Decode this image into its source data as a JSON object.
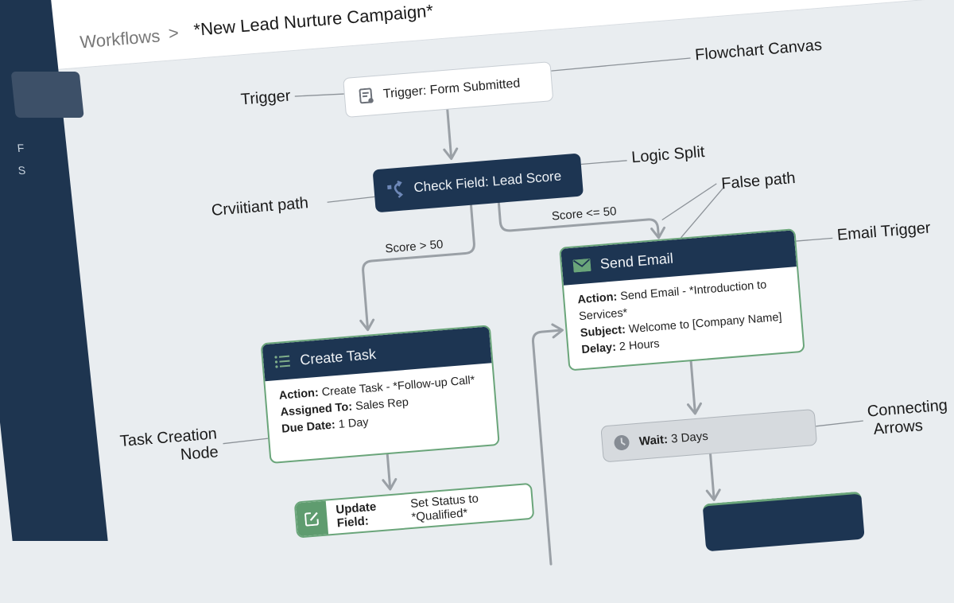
{
  "breadcrumb": {
    "root": "Workflows",
    "separator": ">",
    "current": "*New Lead Nurture Campaign*"
  },
  "sidebar": {
    "items": [
      {
        "label": "F"
      },
      {
        "label": "S"
      }
    ]
  },
  "nodes": {
    "trigger": {
      "icon": "form-icon",
      "label": "Trigger: Form Submitted"
    },
    "logic": {
      "icon": "split-icon",
      "label": "Check Field: Lead Score"
    },
    "task": {
      "icon": "list-icon",
      "title": "Create Task",
      "rows": [
        {
          "key": "Action:",
          "value": "Create Task - *Follow-up Call*"
        },
        {
          "key": "Assigned To:",
          "value": "Sales Rep"
        },
        {
          "key": "Due Date:",
          "value": "1 Day"
        }
      ]
    },
    "email": {
      "icon": "envelope-icon",
      "title": "Send Email",
      "rows": [
        {
          "key": "Action:",
          "value": "Send Email - *Introduction to Services*"
        },
        {
          "key": "Subject:",
          "value": "Welcome to [Company Name]"
        },
        {
          "key": "Delay:",
          "value": "2 Hours"
        }
      ]
    },
    "update": {
      "icon": "edit-icon",
      "key": "Update Field:",
      "value": "Set Status to *Qualified*"
    },
    "wait": {
      "icon": "clock-icon",
      "key": "Wait:",
      "value": "3 Days"
    }
  },
  "edge_labels": {
    "true_branch": "Score > 50",
    "false_branch": "Score <= 50"
  },
  "callouts": {
    "trigger": "Trigger",
    "canvas": "Flowchart Canvas",
    "logic_split": "Logic Split",
    "conditional_path": "Crviitiant path",
    "false_path": "False path",
    "email_trigger": "Email Trigger",
    "task_node_line1": "Task Creation",
    "task_node_line2": "Node",
    "arrows_line1": "Connecting",
    "arrows_line2": "Arrows"
  },
  "colors": {
    "navy": "#1d3552",
    "accent_green": "#6aa57a",
    "canvas": "#e9edf0",
    "arrow": "#9aa0a6"
  }
}
